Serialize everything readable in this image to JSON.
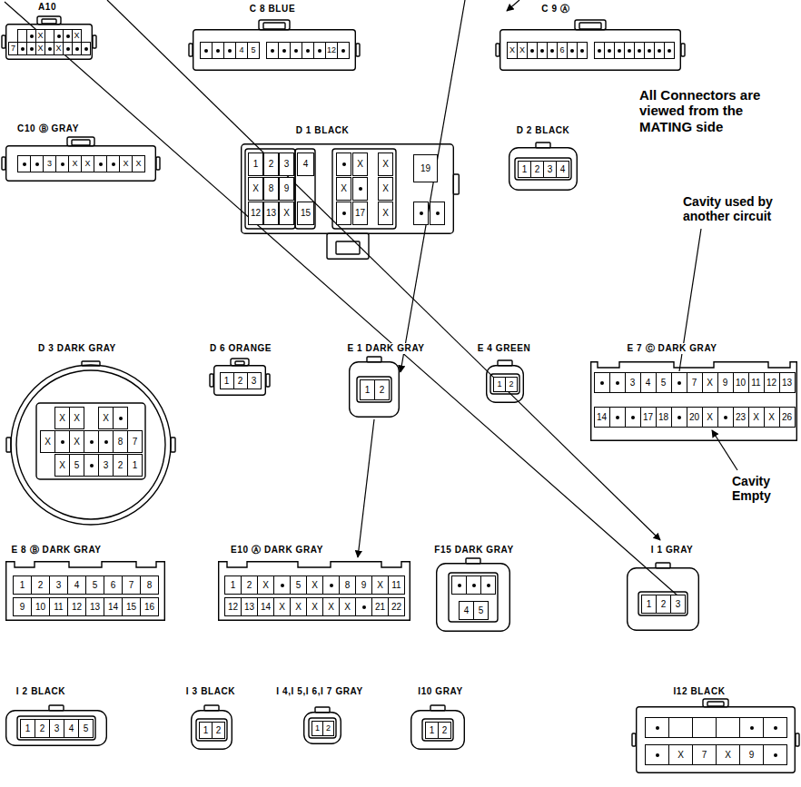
{
  "diagram": {
    "nodes": [
      {
        "text": [
          "A10"
        ]
      },
      {
        "text": [
          "C 8 BLUE"
        ]
      },
      {
        "text": [
          "C 9 Ⓐ"
        ]
      },
      {
        "text": [
          "C10 Ⓑ GRAY"
        ]
      },
      {
        "text": [
          "D 1 BLACK"
        ]
      },
      {
        "text": [
          "D 2 BLACK"
        ]
      },
      {
        "text": [
          "D 3 DARK GRAY"
        ]
      },
      {
        "text": [
          "D 6 ORANGE"
        ]
      },
      {
        "text": [
          "E 1 DARK GRAY"
        ]
      },
      {
        "text": [
          "E 4 GREEN"
        ]
      },
      {
        "text": [
          "E 7 Ⓒ DARK GRAY"
        ]
      },
      {
        "text": [
          "E 8 Ⓑ DARK GRAY"
        ]
      },
      {
        "text": [
          "E10 Ⓐ DARK GRAY"
        ]
      },
      {
        "text": [
          "F15 DARK GRAY"
        ]
      },
      {
        "text": [
          "I 1 GRAY"
        ]
      },
      {
        "text": [
          "I 2 BLACK"
        ]
      },
      {
        "text": [
          "I 3 BLACK"
        ]
      },
      {
        "text": [
          "I 4,I 5,I 6,I 7 GRAY"
        ]
      },
      {
        "text": [
          "I10 GRAY"
        ]
      },
      {
        "text": [
          "I12 BLACK"
        ]
      }
    ],
    "labels": [
      "X",
      "X",
      "7",
      "X",
      "X",
      "4",
      "5",
      "12",
      "X",
      "X",
      "6",
      "3",
      "X",
      "X",
      "X",
      "X",
      "1",
      "2",
      "3",
      "4",
      "X",
      "X",
      "19",
      "X",
      "8",
      "9",
      "X",
      "X",
      "12",
      "13",
      "X",
      "15",
      "17",
      "X",
      "1",
      "2",
      "3",
      "4",
      "X",
      "X",
      "X",
      "X",
      "X",
      "8",
      "7",
      "X",
      "5",
      "3",
      "2",
      "1",
      "1",
      "2",
      "3",
      "1",
      "2",
      "1",
      "2",
      "3",
      "4",
      "5",
      "7",
      "X",
      "9",
      "10",
      "11",
      "12",
      "13",
      "14",
      "17",
      "18",
      "20",
      "X",
      "23",
      "X",
      "X",
      "26",
      "1",
      "2",
      "3",
      "4",
      "5",
      "6",
      "7",
      "8",
      "9",
      "10",
      "11",
      "12",
      "13",
      "14",
      "15",
      "16",
      "1",
      "2",
      "X",
      "5",
      "X",
      "8",
      "9",
      "X",
      "11",
      "12",
      "13",
      "14",
      "X",
      "X",
      "X",
      "X",
      "X",
      "21",
      "22",
      "4",
      "5",
      "1",
      "2",
      "3",
      "1",
      "2",
      "3",
      "4",
      "5",
      "1",
      "2",
      "1",
      "2",
      "1",
      "2",
      "X",
      "7",
      "X",
      "9",
      "All Connectors are viewed from the MATING side",
      "Cavity used by another circuit",
      "Cavity Empty"
    ]
  }
}
